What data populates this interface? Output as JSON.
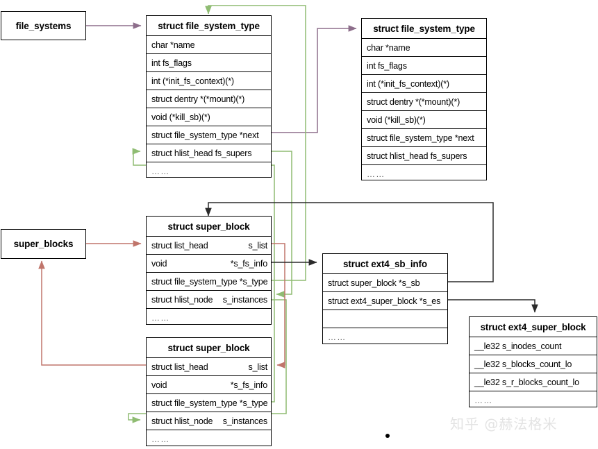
{
  "diagram": {
    "title": "Linux VFS file_system_type / super_block relationship diagram",
    "watermark": "知乎 @赫法格米",
    "colors": {
      "border": "#000000",
      "purple_link": "#8d6e8b",
      "red_link": "#c0756b",
      "green_link": "#8fbc72",
      "black_link": "#2b2b2b",
      "watermark": "#e3e3e3"
    }
  },
  "nodes": {
    "file_systems": {
      "label": "file_systems"
    },
    "super_blocks": {
      "label": "super_blocks"
    },
    "fst1": {
      "title": "struct file_system_type",
      "rows": [
        {
          "text": "char *name"
        },
        {
          "text": "int fs_flags"
        },
        {
          "text": "int (*init_fs_context)(*)"
        },
        {
          "text": "struct dentry *(*mount)(*)"
        },
        {
          "text": "void (*kill_sb)(*)"
        },
        {
          "text": "struct file_system_type *next"
        },
        {
          "text": "struct hlist_head fs_supers"
        },
        {
          "text": "……"
        }
      ]
    },
    "fst2": {
      "title": "struct file_system_type",
      "rows": [
        {
          "text": "char *name"
        },
        {
          "text": "int fs_flags"
        },
        {
          "text": "int (*init_fs_context)(*)"
        },
        {
          "text": "struct dentry *(*mount)(*)"
        },
        {
          "text": "void (*kill_sb)(*)"
        },
        {
          "text": "struct file_system_type *next"
        },
        {
          "text": "struct hlist_head fs_supers"
        },
        {
          "text": "……"
        }
      ]
    },
    "sb1": {
      "title": "struct super_block",
      "rows": [
        {
          "type": "struct list_head",
          "name": "s_list"
        },
        {
          "type": "void",
          "name": "*s_fs_info"
        },
        {
          "text": "struct file_system_type *s_type"
        },
        {
          "type": "struct hlist_node",
          "name": "s_instances"
        },
        {
          "text": "……"
        }
      ]
    },
    "sb2": {
      "title": "struct super_block",
      "rows": [
        {
          "type": "struct list_head",
          "name": "s_list"
        },
        {
          "type": "void",
          "name": "*s_fs_info"
        },
        {
          "text": "struct file_system_type *s_type"
        },
        {
          "type": "struct hlist_node",
          "name": "s_instances"
        },
        {
          "text": "……"
        }
      ]
    },
    "ext4_sb_info": {
      "title": "struct ext4_sb_info",
      "rows": [
        {
          "text": "struct super_block *s_sb"
        },
        {
          "text": "struct ext4_super_block *s_es"
        },
        {
          "text": ""
        },
        {
          "text": "……"
        }
      ]
    },
    "ext4_super_block": {
      "title": "struct ext4_super_block",
      "rows": [
        {
          "text": "__le32  s_inodes_count"
        },
        {
          "text": "__le32  s_blocks_count_lo"
        },
        {
          "text": "__le32  s_r_blocks_count_lo"
        },
        {
          "text": "……"
        }
      ]
    }
  },
  "edges": [
    {
      "id": "file-systems-to-fst1",
      "color": "#8d6e8b",
      "from": "file_systems",
      "to": "fst1.title"
    },
    {
      "id": "fst1-next-to-fst2",
      "color": "#8d6e8b",
      "from": "fst1.next",
      "to": "fst2.title"
    },
    {
      "id": "fst1-fs-supers-to-sb1-instances",
      "color": "#8fbc72",
      "from": "fst1.fs_supers",
      "to": "sb1.s_instances"
    },
    {
      "id": "sb1-s-type-to-fst1",
      "color": "#8fbc72",
      "from": "sb1.s_type",
      "to": "fst1.title"
    },
    {
      "id": "sb2-s-type-to-fst1-fs-supers",
      "color": "#8fbc72",
      "from": "sb2.s_type",
      "to": "fst1.fs_supers"
    },
    {
      "id": "sb1-instances-to-sb2-instances",
      "color": "#8fbc72",
      "from": "sb1.s_instances",
      "to": "sb2.s_instances"
    },
    {
      "id": "super-blocks-to-sb1-slist",
      "color": "#c0756b",
      "from": "super_blocks",
      "to": "sb1.s_list"
    },
    {
      "id": "sb1-slist-to-sb2-slist",
      "color": "#c0756b",
      "from": "sb1.s_list",
      "to": "sb2.s_list"
    },
    {
      "id": "sb2-slist-to-super-blocks",
      "color": "#c0756b",
      "from": "sb2.s_list",
      "to": "super_blocks"
    },
    {
      "id": "sb1-fsinfo-to-ext4-sb-info",
      "color": "#2b2b2b",
      "from": "sb1.s_fs_info",
      "to": "ext4_sb_info.title"
    },
    {
      "id": "ext4-sb-info-ssb-to-sb1",
      "color": "#2b2b2b",
      "from": "ext4_sb_info.s_sb",
      "to": "sb1.title"
    },
    {
      "id": "ext4-sb-info-ses-to-ext4-super-block",
      "color": "#2b2b2b",
      "from": "ext4_sb_info.s_es",
      "to": "ext4_super_block.title"
    }
  ]
}
